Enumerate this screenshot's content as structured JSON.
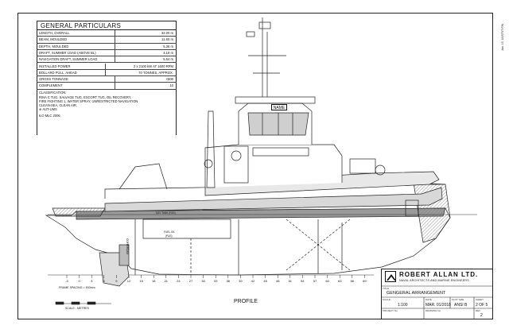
{
  "general_particulars": {
    "title": "GENERAL PARTICULARS",
    "rows": [
      {
        "label": "LENGTH, OVERALL",
        "value": "32.00  m"
      },
      {
        "label": "BEAM, MOULDED",
        "value": "11.60  m"
      },
      {
        "label": "DEPTH, MOULDED",
        "value": "5.36  m"
      },
      {
        "label": "DRAFT, SUMMER LOAD (ABOVE BL)",
        "value": "4.18  m"
      },
      {
        "label": "NAVIGATION DRAFT, SUMMER LOAD",
        "value": "5.54  m"
      },
      {
        "label": "INSTALLED POWER",
        "value": "2  x  2100  kW  AT  1600  RPM"
      },
      {
        "label": "BOLLARD PULL, AHEAD",
        "value": "70  TONNES, APPROX."
      },
      {
        "label": "GROSS TONNAGE",
        "value": "<500"
      },
      {
        "label": "COMPLEMENT",
        "value": "10"
      }
    ],
    "classification_label": "CLASSIFICATION:",
    "classification_lines": [
      "RINA C  TUG, SALVAGE TUG, ESCORT TUG, OIL RECOVERY,",
      "FIRE FIGHTING 1, WATER SPRAY, UNRESTRICTED NAVIGATION",
      "CLEAN-SEA, CLEAN AIR,",
      "⊕ AUT-UMS"
    ],
    "ilo": "ILO  MLC  2006"
  },
  "drawing": {
    "name_plate": "NAME",
    "day_tank": "DAY TANK (P&S)",
    "fuel_oil": "FUEL OIL",
    "fuel_oil_sub": "(P&S)",
    "cofferdam": "COFFERDAM",
    "frame_spacing": "FRAME SPACING = 500mm",
    "scale_label": "SCALE - METRES",
    "profile_label": "PROFILE",
    "frame_numbers": [
      "-3",
      "0",
      "3",
      "6",
      "9",
      "12",
      "15",
      "18",
      "21",
      "24",
      "27",
      "30",
      "33",
      "36",
      "39",
      "42",
      "45",
      "48",
      "51",
      "54",
      "57",
      "60",
      "63",
      "66",
      "69"
    ]
  },
  "title_block": {
    "company": "ROBERT ALLAN LTD.",
    "subtitle": "NAVAL ARCHITECTS AND MARINE ENGINEERS",
    "title_caption": "TITLE",
    "title": "GENGERAL ARRANGEMENT",
    "scale_caption": "SCALE",
    "scale": "1:100",
    "date_caption": "DATE",
    "date": "MAR. 01/2018",
    "plot_caption": "PLOT SIZE",
    "plot": "ANSI B",
    "sheet_caption": "SHEET",
    "sheet": "2  OF  5",
    "project_caption": "PROJECT No.",
    "drawing_caption": "DRAWING No.",
    "rev_caption": "REV",
    "rev": "2"
  },
  "revision_note": "Jan. 19, 18  RTVT F/N",
  "colors": {
    "line": "#222222",
    "hatch": "#777777",
    "bg": "#ffffff"
  }
}
